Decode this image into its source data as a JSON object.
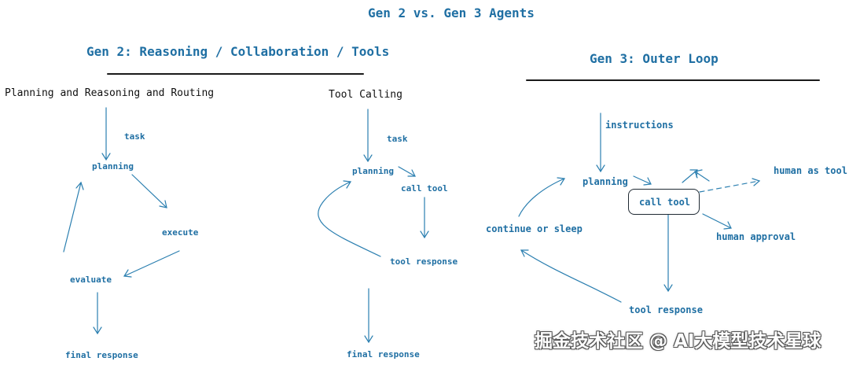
{
  "title": "Gen 2 vs. Gen 3 Agents",
  "gen2": {
    "heading": "Gen 2: Reasoning / Collaboration / Tools",
    "planning_panel": {
      "heading": "Planning and Reasoning and Routing",
      "labels": {
        "task": "task",
        "planning": "planning",
        "execute": "execute",
        "evaluate": "evaluate",
        "final_response": "final response"
      }
    },
    "tool_panel": {
      "heading": "Tool Calling",
      "labels": {
        "task": "task",
        "planning": "planning",
        "call_tool": "call tool",
        "tool_response": "tool response",
        "final_response": "final response"
      }
    }
  },
  "gen3": {
    "heading": "Gen 3: Outer Loop",
    "labels": {
      "instructions": "instructions",
      "planning": "planning",
      "call_tool": "call tool",
      "human_as_tool": "human as tool",
      "human_approval": "human approval",
      "continue_or_sleep": "continue or sleep",
      "tool_response": "tool response"
    }
  },
  "watermark": "掘金技术社区 @ AI大模型技术星球",
  "colors": {
    "accent": "#1f6fa3",
    "line": "#2b7fb0",
    "dark": "#111111"
  }
}
